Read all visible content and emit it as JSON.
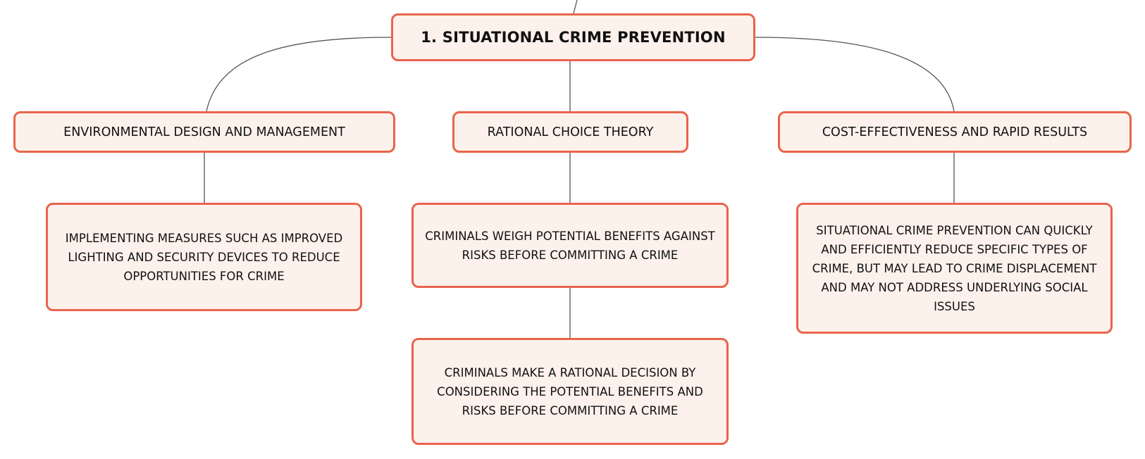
{
  "diagram": {
    "root": {
      "id": "root",
      "label": "1. SITUATIONAL CRIME PREVENTION"
    },
    "branches": [
      {
        "id": "env",
        "label": "ENVIRONMENTAL DESIGN AND MANAGEMENT",
        "children": [
          {
            "id": "env1",
            "label": "IMPLEMENTING MEASURES SUCH AS IMPROVED LIGHTING AND SECURITY DEVICES TO REDUCE OPPORTUNITIES FOR CRIME"
          }
        ]
      },
      {
        "id": "rct",
        "label": "RATIONAL CHOICE THEORY",
        "children": [
          {
            "id": "rct1",
            "label": "CRIMINALS WEIGH POTENTIAL BENEFITS AGAINST RISKS BEFORE COMMITTING A CRIME"
          },
          {
            "id": "rct2",
            "label": "CRIMINALS MAKE A RATIONAL DECISION BY CONSIDERING THE POTENTIAL BENEFITS AND RISKS BEFORE COMMITTING A CRIME"
          }
        ]
      },
      {
        "id": "cost",
        "label": "COST-EFFECTIVENESS AND RAPID RESULTS",
        "children": [
          {
            "id": "cost1",
            "label": "SITUATIONAL CRIME PREVENTION CAN QUICKLY AND EFFICIENTLY REDUCE SPECIFIC TYPES OF CRIME, BUT MAY LEAD TO CRIME DISPLACEMENT AND MAY NOT ADDRESS UNDERLYING SOCIAL ISSUES"
          }
        ]
      }
    ],
    "edges": [
      {
        "from": "parent",
        "to": "root"
      },
      {
        "from": "root",
        "to": "env"
      },
      {
        "from": "root",
        "to": "rct"
      },
      {
        "from": "root",
        "to": "cost"
      },
      {
        "from": "env",
        "to": "env1"
      },
      {
        "from": "rct",
        "to": "rct1"
      },
      {
        "from": "rct1",
        "to": "rct2"
      },
      {
        "from": "cost",
        "to": "cost1"
      }
    ],
    "colors": {
      "node_border": "#e8644c",
      "node_fill": "#fdf1ec",
      "edge": "#555555",
      "text": "#111111"
    }
  }
}
